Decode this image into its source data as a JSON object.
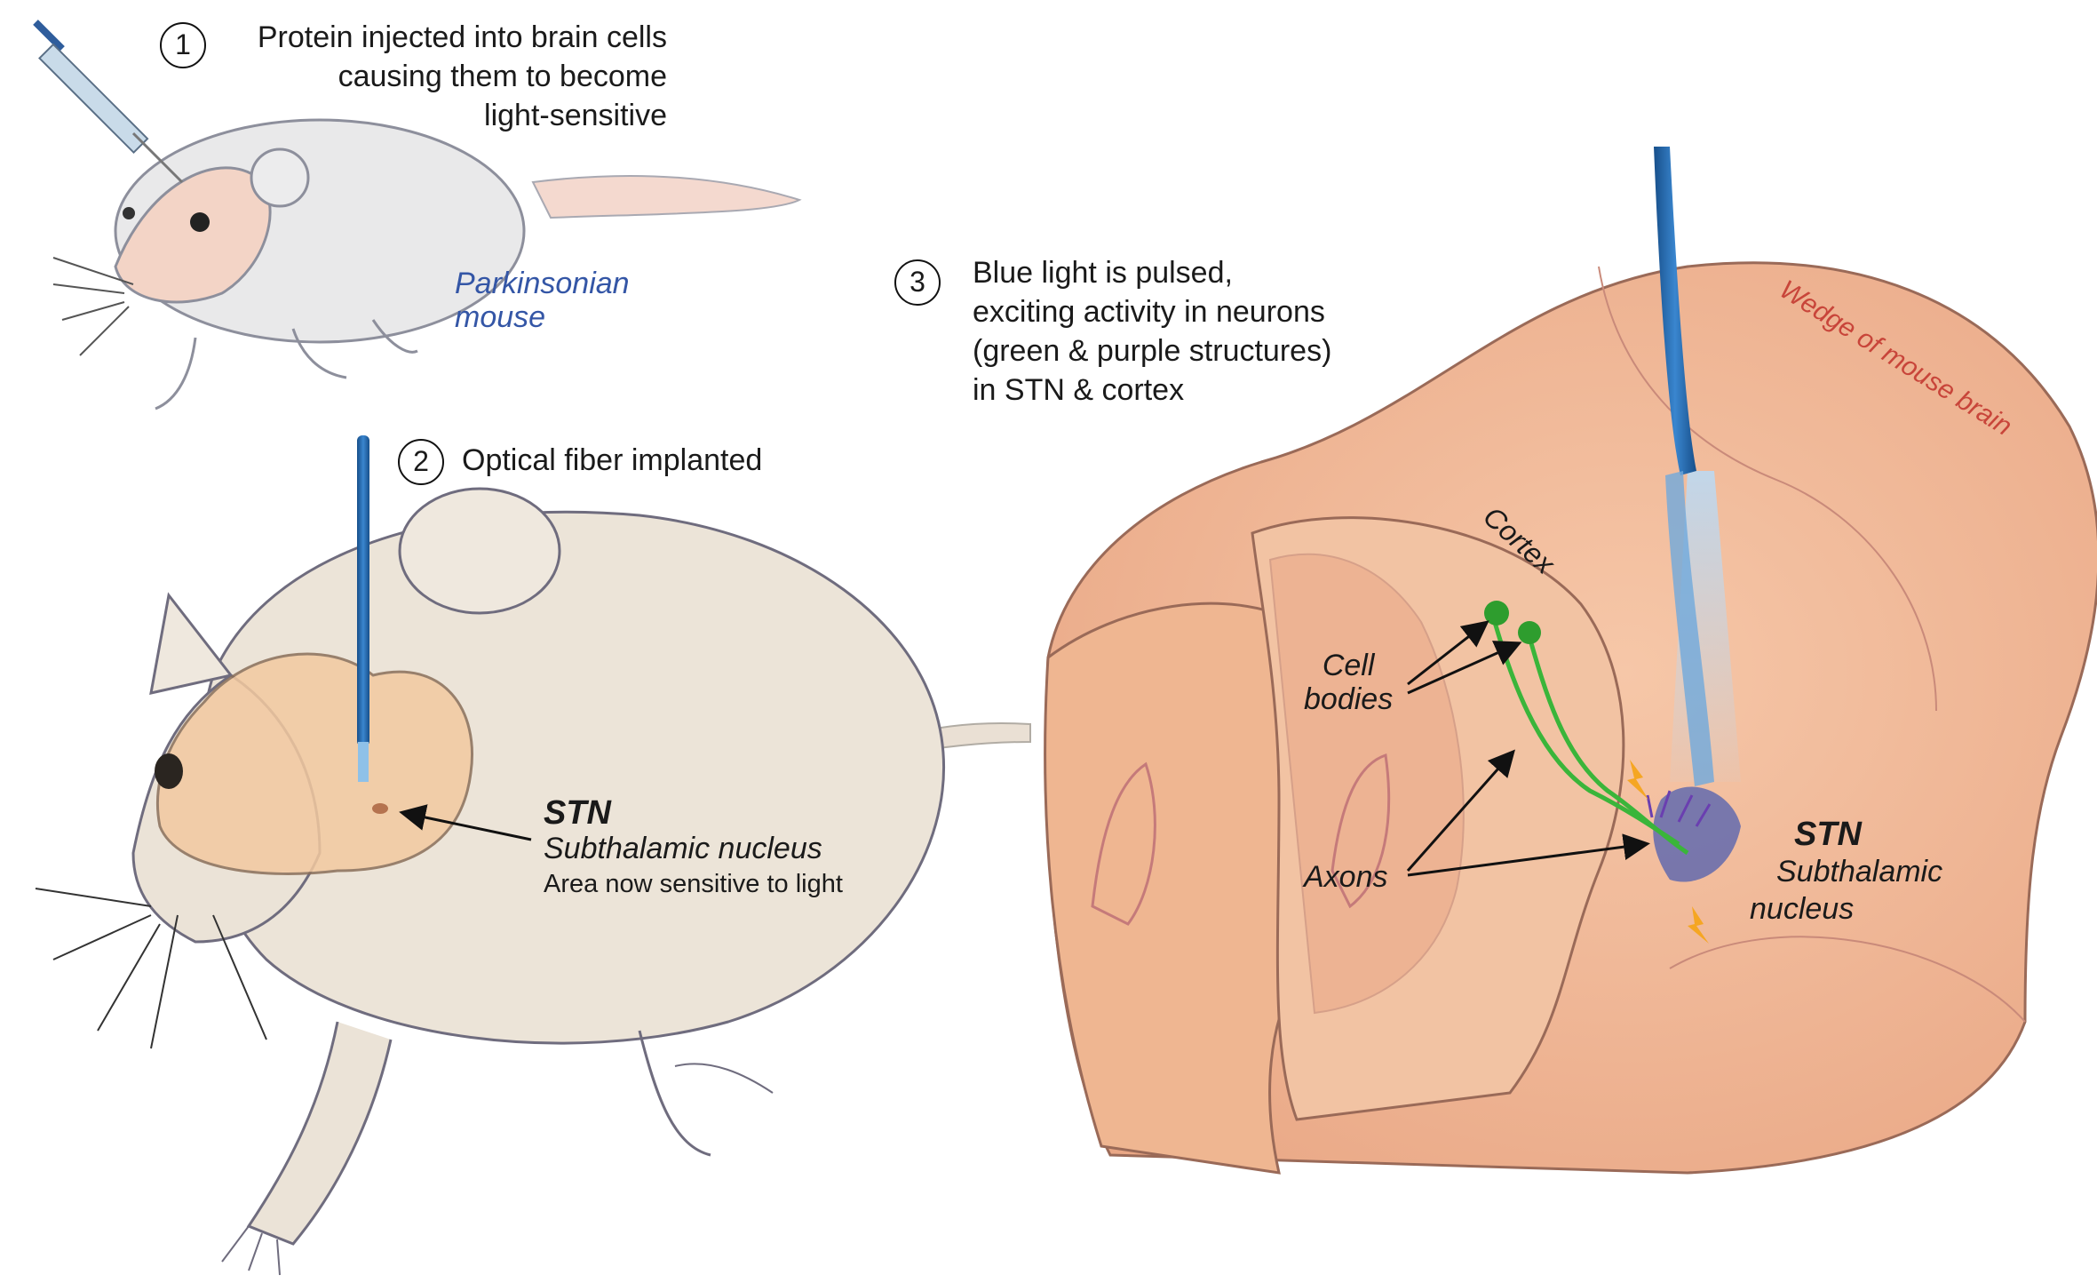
{
  "step1": {
    "number": "1",
    "lines": [
      "Protein injected into brain cells",
      "causing them to become",
      "light-sensitive"
    ]
  },
  "mouse1_label": [
    "Parkinsonian",
    "mouse"
  ],
  "step2": {
    "number": "2",
    "text": "Optical fiber implanted"
  },
  "stn_left": {
    "abbr": "STN",
    "name": "Subthalamic nucleus",
    "note": "Area now sensitive to light"
  },
  "step3": {
    "number": "3",
    "lines": [
      "Blue light is pulsed,",
      "exciting activity in neurons",
      "(green & purple structures)",
      "in STN & cortex"
    ]
  },
  "wedge_label": "Wedge of mouse brain",
  "cortex_label": "Cortex",
  "cell_bodies_label": [
    "Cell",
    "bodies"
  ],
  "axons_label": "Axons",
  "stn_right": {
    "abbr": "STN",
    "name_lines": [
      "Subthalamic",
      "nucleus"
    ]
  },
  "colors": {
    "fiber_blue": "#1f64a8",
    "brain_pink": "#f0b48e",
    "neuron_green": "#3ab53a",
    "neuron_purple": "#6a3fb0",
    "label_blue": "#3456a6",
    "label_red": "#c8453a"
  }
}
